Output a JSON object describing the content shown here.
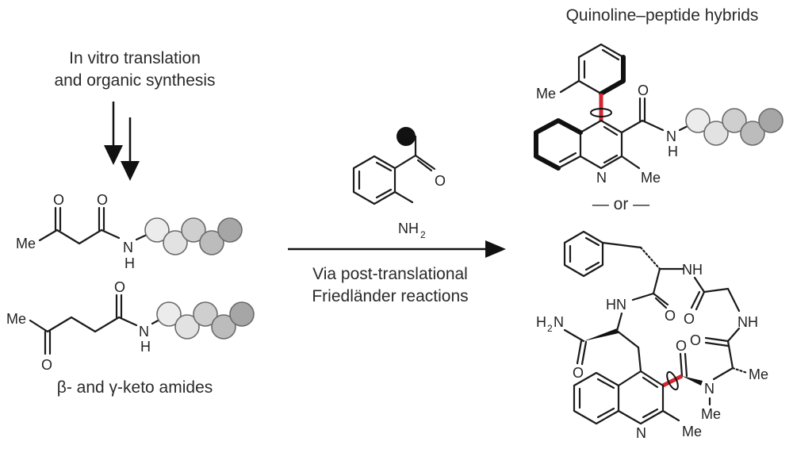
{
  "left": {
    "process_line1": "In vitro translation",
    "process_line2": "and organic synthesis",
    "caption": "β- and γ-keto amides",
    "beta_keto": {
      "me": "Me",
      "o1": "O",
      "o2": "O",
      "n": "N",
      "h": "H"
    },
    "gamma_keto": {
      "me": "Me",
      "o1": "O",
      "o2": "O",
      "n": "N",
      "h": "H"
    }
  },
  "middle": {
    "reagent": {
      "o": "O",
      "nh": "NH",
      "sub2": "2"
    },
    "condition_line1": "Via post-translational",
    "condition_line2": "Friedländer reactions"
  },
  "right": {
    "title": "Quinoline–peptide hybrids",
    "separator": "— or —",
    "atropo_linear": {
      "me1": "Me",
      "o": "O",
      "n_amide": "N",
      "h": "H",
      "n_ring": "N",
      "me2": "Me"
    },
    "atropo_cyclic": {
      "nh1": "NH",
      "hn": "HN",
      "o1": "O",
      "o2": "O",
      "nh2": "NH",
      "h2n_h": "H",
      "h2n_sub": "2",
      "h2n_n": "N",
      "o3": "O",
      "o4": "O",
      "o5": "O",
      "n_me": "N",
      "me_n": "Me",
      "me_ala": "Me",
      "n_ring": "N",
      "me_ring": "Me"
    }
  },
  "colors": {
    "rotation_bond": "#d32630",
    "peptide_beads": [
      "#ececec",
      "#e2e2e2",
      "#cfcfcf",
      "#bcbcbc",
      "#a6a6a6"
    ]
  }
}
